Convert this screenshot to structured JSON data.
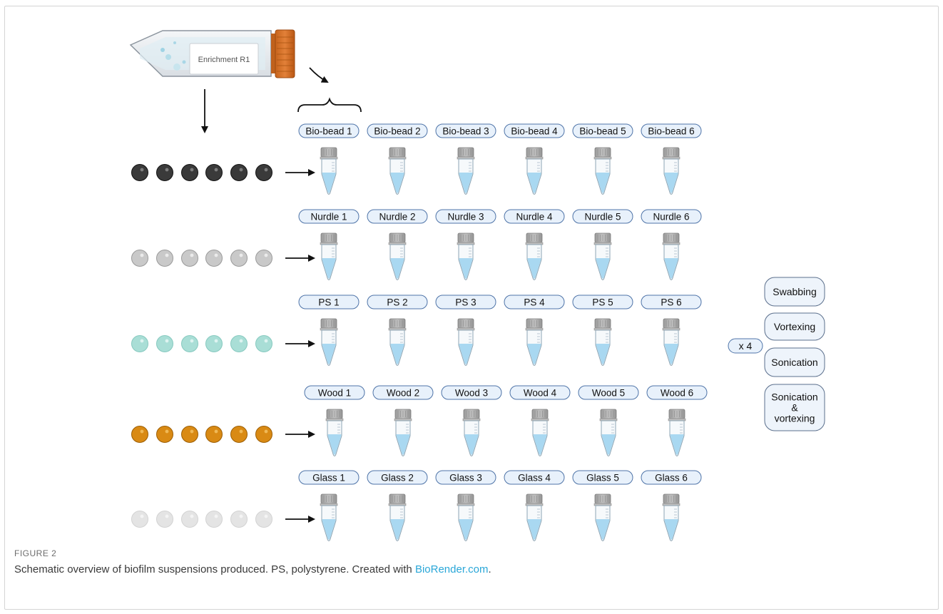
{
  "flask": {
    "label": "Enrichment R1"
  },
  "multiplier": "x 4",
  "rows": [
    {
      "material": "bio-bead",
      "bead_color": "#3a3a3a",
      "bead_highlight": "#8a8a8a",
      "bead_stroke": "#111111",
      "labels": [
        "Bio-bead 1",
        "Bio-bead 2",
        "Bio-bead 3",
        "Bio-bead 4",
        "Bio-bead 5",
        "Bio-bead 6"
      ]
    },
    {
      "material": "nurdle",
      "bead_color": "#c9c9c9",
      "bead_highlight": "#f1f1f1",
      "bead_stroke": "#9a9a9a",
      "labels": [
        "Nurdle 1",
        "Nurdle 2",
        "Nurdle 3",
        "Nurdle 4",
        "Nurdle 5",
        "Nurdle 6"
      ]
    },
    {
      "material": "ps",
      "bead_color": "#a9ded6",
      "bead_highlight": "#e6f7f4",
      "bead_stroke": "#86c9bf",
      "labels": [
        "PS 1",
        "PS 2",
        "PS 3",
        "PS 4",
        "PS 5",
        "PS 6"
      ]
    },
    {
      "material": "wood",
      "bead_color": "#d98a14",
      "bead_highlight": "#f3c163",
      "bead_stroke": "#9c5e05",
      "labels": [
        "Wood 1",
        "Wood 2",
        "Wood 3",
        "Wood 4",
        "Wood 5",
        "Wood 6"
      ]
    },
    {
      "material": "glass",
      "bead_color": "#e4e4e4",
      "bead_highlight": "#f7f7f7",
      "bead_stroke": "#d2d2d2",
      "labels": [
        "Glass 1",
        "Glass 2",
        "Glass 3",
        "Glass 4",
        "Glass 5",
        "Glass 6"
      ]
    }
  ],
  "methods": [
    "Swabbing",
    "Vortexing",
    "Sonication",
    "Sonication\n&\nvortexing"
  ],
  "caption": {
    "label": "FIGURE 2",
    "text": "Schematic overview of biofilm suspensions produced. PS, polystyrene. Created with ",
    "link": "BioRender.com",
    "end": "."
  },
  "colors": {
    "label_fill": "#e8f1fb",
    "label_stroke": "#4f74a8",
    "liquid": "#a9d8f1",
    "tube_cap": "#a7a7a7",
    "method_fill": "#eef4fb",
    "method_stroke": "#5b6f8c"
  }
}
